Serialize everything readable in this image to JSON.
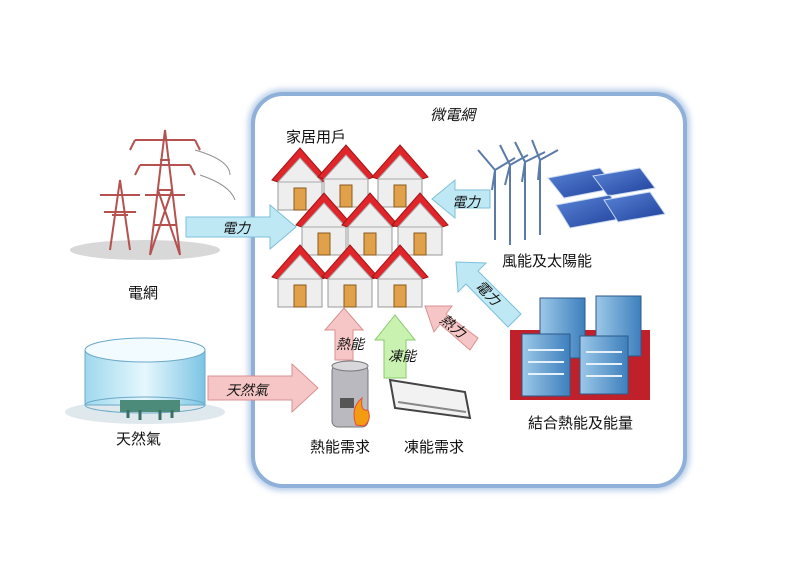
{
  "microgrid_title": "微電網",
  "labels": {
    "household": "家居用戶",
    "grid": "電網",
    "natural_gas": "天然氣",
    "wind_solar": "風能及太陽能",
    "chp": "結合熱能及能量",
    "heat_demand": "熱能需求",
    "cooling_demand": "凍能需求"
  },
  "arrows": {
    "grid_power": "電力",
    "gas_flow": "天然氣",
    "renewable_power": "電力",
    "chp_power": "電力",
    "chp_heat": "熱力",
    "heat_energy": "熱能",
    "cooling_energy": "凍能"
  },
  "colors": {
    "microgrid_border": "#8fb0d8",
    "power_arrow": "#bfe8f5",
    "gas_arrow": "#f6c6c6",
    "cooling_arrow": "#c9f2b0",
    "house_roof": "#e0262b",
    "house_wall": "#eeeeee"
  }
}
